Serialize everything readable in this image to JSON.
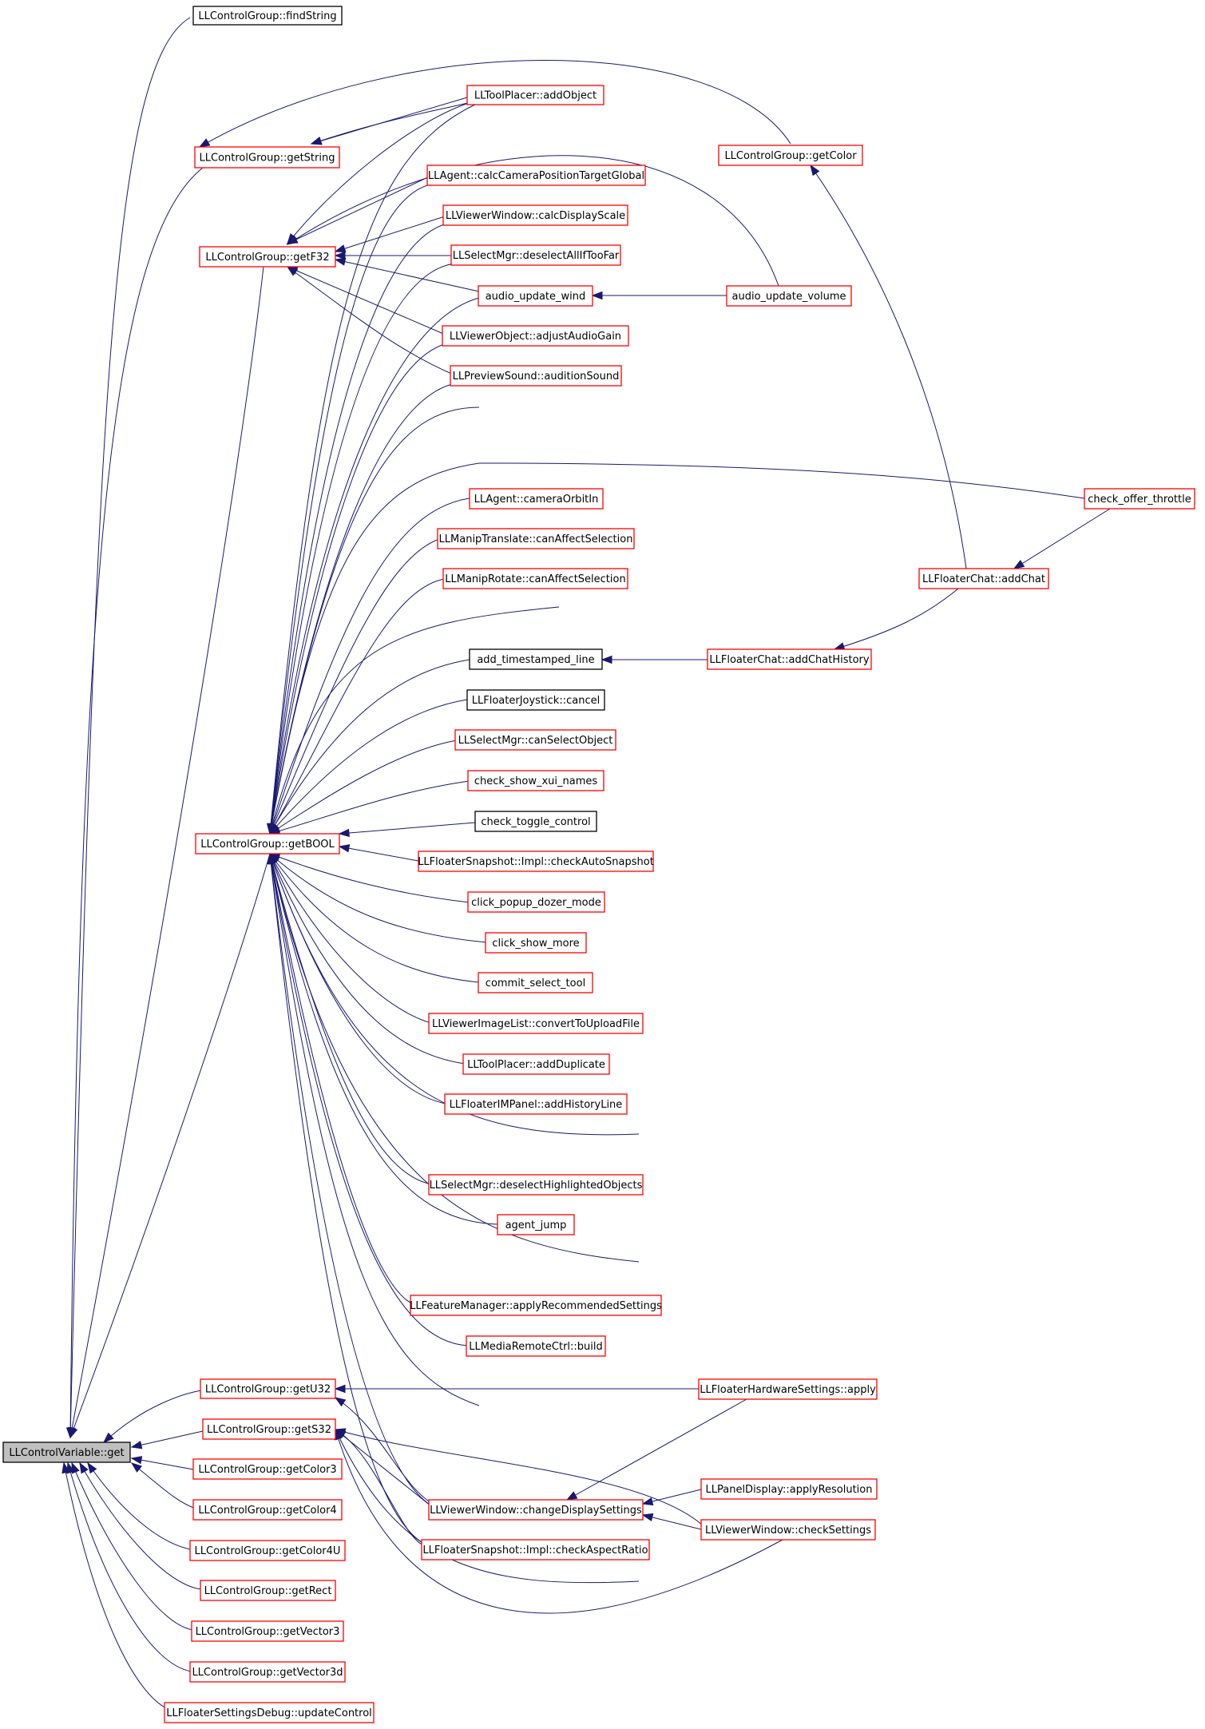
{
  "colors": {
    "edge": "#191970",
    "root_fill": "#bfbfbf",
    "black_border": "#000000",
    "red_border": "#ff0000"
  },
  "nodes": [
    {
      "id": "root",
      "label": "LLControlVariable::get",
      "style": "root"
    },
    {
      "id": "findString",
      "label": "LLControlGroup::findString",
      "style": "black"
    },
    {
      "id": "getString",
      "label": "LLControlGroup::getString",
      "style": "red"
    },
    {
      "id": "getF32",
      "label": "LLControlGroup::getF32",
      "style": "red"
    },
    {
      "id": "getBOOL",
      "label": "LLControlGroup::getBOOL",
      "style": "red"
    },
    {
      "id": "getU32",
      "label": "LLControlGroup::getU32",
      "style": "red"
    },
    {
      "id": "getS32",
      "label": "LLControlGroup::getS32",
      "style": "red"
    },
    {
      "id": "getColor3",
      "label": "LLControlGroup::getColor3",
      "style": "red"
    },
    {
      "id": "getColor4",
      "label": "LLControlGroup::getColor4",
      "style": "red"
    },
    {
      "id": "getColor4U",
      "label": "LLControlGroup::getColor4U",
      "style": "red"
    },
    {
      "id": "getRect",
      "label": "LLControlGroup::getRect",
      "style": "red"
    },
    {
      "id": "getVector3",
      "label": "LLControlGroup::getVector3",
      "style": "red"
    },
    {
      "id": "getVector3d",
      "label": "LLControlGroup::getVector3d",
      "style": "red"
    },
    {
      "id": "updateControl",
      "label": "LLFloaterSettingsDebug::updateControl",
      "style": "red"
    },
    {
      "id": "addObject",
      "label": "LLToolPlacer::addObject",
      "style": "red"
    },
    {
      "id": "calcCam",
      "label": "LLAgent::calcCameraPositionTargetGlobal",
      "style": "red"
    },
    {
      "id": "calcDisp",
      "label": "LLViewerWindow::calcDisplayScale",
      "style": "red"
    },
    {
      "id": "deselAll",
      "label": "LLSelectMgr::deselectAllIfTooFar",
      "style": "red"
    },
    {
      "id": "audioWind",
      "label": "audio_update_wind",
      "style": "red"
    },
    {
      "id": "adjAudio",
      "label": "LLViewerObject::adjustAudioGain",
      "style": "red"
    },
    {
      "id": "audition",
      "label": "LLPreviewSound::auditionSound",
      "style": "red"
    },
    {
      "id": "camOrbit",
      "label": "LLAgent::cameraOrbitIn",
      "style": "red"
    },
    {
      "id": "manipT",
      "label": "LLManipTranslate::canAffectSelection",
      "style": "red"
    },
    {
      "id": "manipR",
      "label": "LLManipRotate::canAffectSelection",
      "style": "red"
    },
    {
      "id": "addTs",
      "label": "add_timestamped_line",
      "style": "black"
    },
    {
      "id": "joyCancel",
      "label": "LLFloaterJoystick::cancel",
      "style": "black"
    },
    {
      "id": "canSel",
      "label": "LLSelectMgr::canSelectObject",
      "style": "red"
    },
    {
      "id": "xui",
      "label": "check_show_xui_names",
      "style": "red"
    },
    {
      "id": "toggleCtl",
      "label": "check_toggle_control",
      "style": "black"
    },
    {
      "id": "autoSnap",
      "label": "LLFloaterSnapshot::Impl::checkAutoSnapshot",
      "style": "red"
    },
    {
      "id": "dozer",
      "label": "click_popup_dozer_mode",
      "style": "red"
    },
    {
      "id": "showMore",
      "label": "click_show_more",
      "style": "red"
    },
    {
      "id": "commit",
      "label": "commit_select_tool",
      "style": "red"
    },
    {
      "id": "convUp",
      "label": "LLViewerImageList::convertToUploadFile",
      "style": "red"
    },
    {
      "id": "addDup",
      "label": "LLToolPlacer::addDuplicate",
      "style": "red"
    },
    {
      "id": "histLine",
      "label": "LLFloaterIMPanel::addHistoryLine",
      "style": "red"
    },
    {
      "id": "deselHL",
      "label": "LLSelectMgr::deselectHighlightedObjects",
      "style": "red"
    },
    {
      "id": "jump",
      "label": "agent_jump",
      "style": "red"
    },
    {
      "id": "featMgr",
      "label": "LLFeatureManager::applyRecommendedSettings",
      "style": "red"
    },
    {
      "id": "mediaBuild",
      "label": "LLMediaRemoteCtrl::build",
      "style": "red"
    },
    {
      "id": "chgDisp",
      "label": "LLViewerWindow::changeDisplaySettings",
      "style": "red"
    },
    {
      "id": "aspect",
      "label": "LLFloaterSnapshot::Impl::checkAspectRatio",
      "style": "red"
    },
    {
      "id": "getColor",
      "label": "LLControlGroup::getColor",
      "style": "red"
    },
    {
      "id": "audioVol",
      "label": "audio_update_volume",
      "style": "red"
    },
    {
      "id": "offer",
      "label": "check_offer_throttle",
      "style": "red"
    },
    {
      "id": "addChat",
      "label": "LLFloaterChat::addChat",
      "style": "red"
    },
    {
      "id": "chatHist",
      "label": "LLFloaterChat::addChatHistory",
      "style": "red"
    },
    {
      "id": "hwApply",
      "label": "LLFloaterHardwareSettings::apply",
      "style": "red"
    },
    {
      "id": "panelRes",
      "label": "LLPanelDisplay::applyResolution",
      "style": "red"
    },
    {
      "id": "chkSet",
      "label": "LLViewerWindow::checkSettings",
      "style": "red"
    }
  ]
}
